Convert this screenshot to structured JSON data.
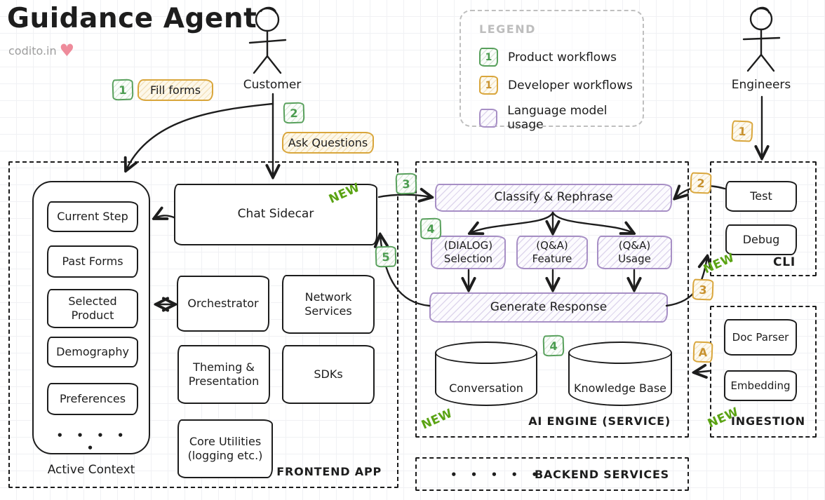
{
  "title": "Guidance Agent",
  "credit": {
    "text": "codito.in",
    "heart": "♥"
  },
  "actors": {
    "customer": "Customer",
    "engineers": "Engineers"
  },
  "legend": {
    "title": "LEGEND",
    "items": [
      {
        "num": "1",
        "label": "Product workflows",
        "color": "#58a05c"
      },
      {
        "num": "1",
        "label": "Developer workflows",
        "color": "#d9a63c"
      },
      {
        "num": "",
        "label": "Language model usage",
        "color": "#a78fc5"
      }
    ]
  },
  "flow_labels": {
    "fill_forms": "Fill forms",
    "ask_questions": "Ask Questions"
  },
  "badges": {
    "fill_forms": "1",
    "ask_questions": "2",
    "to_ai": "3",
    "classify": "4",
    "to_chat": "5",
    "stores": "4",
    "engineers_down": "1",
    "cli_test": "2",
    "cli_generate": "3",
    "ingest": "A"
  },
  "new_label": "NEW",
  "frontend": {
    "title": "FRONTEND APP",
    "active_context": {
      "title": "Active Context",
      "items": [
        "Current Step",
        "Past Forms",
        "Selected Product",
        "Demography",
        "Preferences"
      ],
      "more": "• • • • •"
    },
    "chat_sidecar": "Chat Sidecar",
    "modules": {
      "orchestrator": "Orchestrator",
      "network": "Network Services",
      "theming": "Theming & Presentation",
      "sdks": "SDKs",
      "core": "Core Utilities (logging etc.)"
    }
  },
  "ai_engine": {
    "title": "AI ENGINE (SERVICE)",
    "classify": "Classify & Rephrase",
    "branches": [
      {
        "tag": "(DIALOG)",
        "name": "Selection"
      },
      {
        "tag": "(Q&A)",
        "name": "Feature"
      },
      {
        "tag": "(Q&A)",
        "name": "Usage"
      }
    ],
    "generate": "Generate Response",
    "stores": {
      "conversation": "Conversation",
      "knowledge": "Knowledge Base"
    }
  },
  "cli": {
    "title": "CLI",
    "test": "Test",
    "debug": "Debug"
  },
  "ingestion": {
    "title": "INGESTION",
    "doc_parser": "Doc Parser",
    "embedding": "Embedding"
  },
  "backend": {
    "title": "BACKEND SERVICES",
    "dots": "• • • • •"
  },
  "colors": {
    "ink": "#1d1d1d",
    "green": "#58a05c",
    "yellow": "#d9a63c",
    "purple": "#a78fc5",
    "new_green": "#5aa313",
    "heart_pink": "#ee8b9b",
    "legend_gray": "#bfbfbf"
  }
}
